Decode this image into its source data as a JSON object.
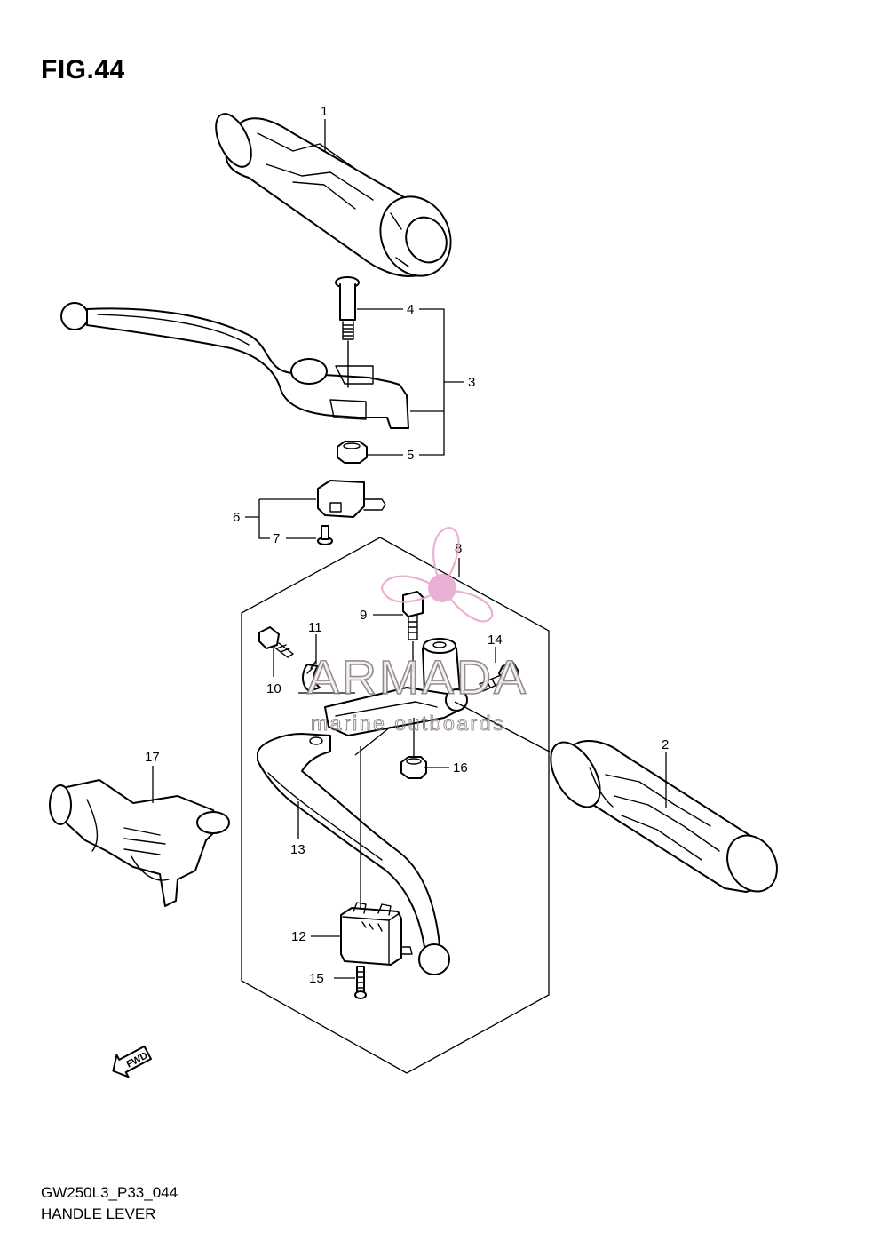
{
  "figure": {
    "title": "FIG.44",
    "code": "GW250L3_P33_044",
    "name": "HANDLE LEVER"
  },
  "watermark": {
    "brand": "ARMADA",
    "tagline": "marine outboards",
    "logo_color": "#e8a8cf",
    "text_color": "#8a7f86"
  },
  "direction_indicator": {
    "label": "FWD",
    "icon": "arrow-left-down-icon"
  },
  "callouts": [
    {
      "id": "1",
      "label": "1"
    },
    {
      "id": "2",
      "label": "2"
    },
    {
      "id": "3",
      "label": "3"
    },
    {
      "id": "4",
      "label": "4"
    },
    {
      "id": "5",
      "label": "5"
    },
    {
      "id": "6",
      "label": "6"
    },
    {
      "id": "7",
      "label": "7"
    },
    {
      "id": "8",
      "label": "8"
    },
    {
      "id": "9",
      "label": "9"
    },
    {
      "id": "10",
      "label": "10"
    },
    {
      "id": "11",
      "label": "11"
    },
    {
      "id": "12",
      "label": "12"
    },
    {
      "id": "13",
      "label": "13"
    },
    {
      "id": "14",
      "label": "14"
    },
    {
      "id": "15",
      "label": "15"
    },
    {
      "id": "16",
      "label": "16"
    },
    {
      "id": "17",
      "label": "17"
    }
  ]
}
